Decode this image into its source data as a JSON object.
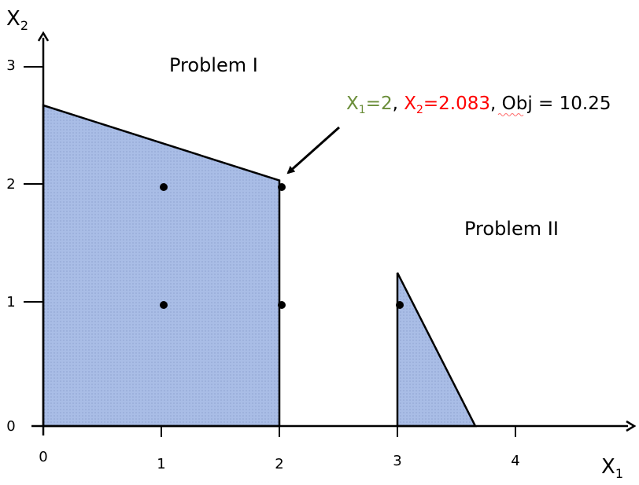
{
  "axes": {
    "x_label": "X",
    "x_label_sub": "1",
    "y_label": "X",
    "y_label_sub": "2",
    "x_ticks": [
      "0",
      "1",
      "2",
      "3",
      "4"
    ],
    "y_ticks": [
      "0",
      "1",
      "2",
      "3"
    ]
  },
  "regions": [
    {
      "label": "Problem I"
    },
    {
      "label": "Problem II"
    }
  ],
  "annotation": {
    "x1_var": "X",
    "x1_sub": "1",
    "x1_val": "=2",
    "sep1": ", ",
    "x2_var": "X",
    "x2_sub": "2",
    "x2_val": "=2.083",
    "sep2": ", ",
    "obj_label": "Obj",
    "obj_val": " = 10.25"
  },
  "colors": {
    "region_fill": "#a9bde6",
    "x1_color": "#6b8e3a",
    "x2_color": "#ff0000",
    "axis_color": "#000000"
  },
  "points": [
    {
      "x": 1,
      "y": 2
    },
    {
      "x": 2,
      "y": 2
    },
    {
      "x": 1,
      "y": 1
    },
    {
      "x": 2,
      "y": 1
    },
    {
      "x": 3,
      "y": 1
    }
  ],
  "region_vertices": {
    "problem_1": [
      [
        0,
        0
      ],
      [
        0,
        2.72
      ],
      [
        2,
        2.083
      ],
      [
        2,
        0
      ]
    ],
    "problem_2": [
      [
        3,
        0
      ],
      [
        3,
        1.3
      ],
      [
        3.66,
        0
      ]
    ]
  }
}
